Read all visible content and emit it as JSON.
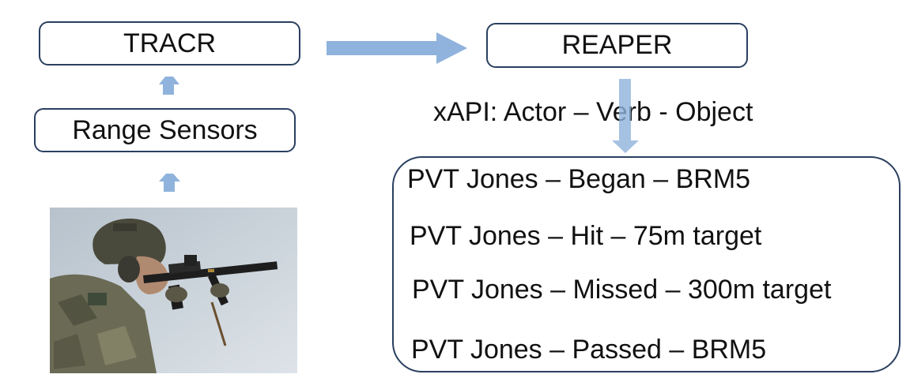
{
  "boxes": {
    "tracr": "TRACR",
    "range_sensors": "Range Sensors",
    "reaper": "REAPER"
  },
  "xapi_label": "xAPI: Actor – Verb - Object",
  "statements": [
    "PVT Jones – Began – BRM5",
    "PVT Jones – Hit – 75m target",
    "PVT Jones – Missed – 300m target",
    "PVT Jones – Passed – BRM5"
  ],
  "colors": {
    "arrow": "#8fb3dc",
    "box_border": "#2a3f5f",
    "sky": "#cfd6dd"
  },
  "photo": {
    "subject": "soldier aiming rifle"
  }
}
